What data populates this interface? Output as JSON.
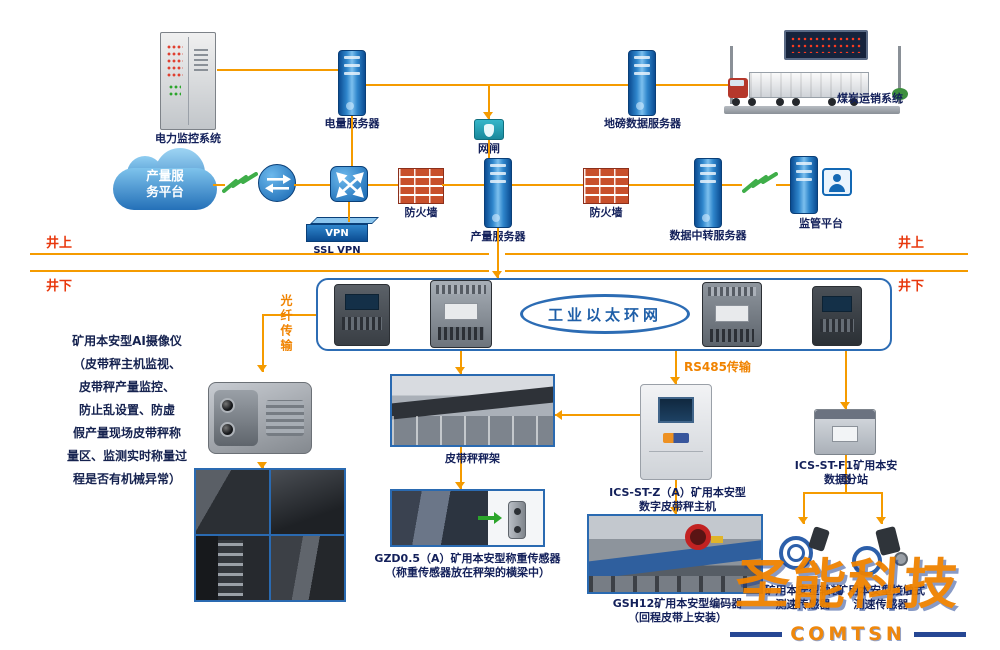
{
  "colors": {
    "connector": "#f59b00",
    "frame_blue": "#2c6cb4",
    "label_navy": "#13205a",
    "boundary_red": "#e8380d",
    "brand_orange": "#ef8200",
    "brand_blue": "#1b3e8f"
  },
  "top_row": {
    "power_monitor": "电力监控系统",
    "power_server": "电量服务器",
    "gateway": "网闸",
    "weighbridge_server": "地磅数据服务器",
    "coal_sales": "煤炭运销系统"
  },
  "platform_row": {
    "cloud": "产量服务平台",
    "firewall_left": "防火墙",
    "production_server": "产量服务器",
    "firewall_right": "防火墙",
    "relay_server": "数据中转服务器",
    "supervision": "监管平台",
    "vpn_box": "VPN",
    "ssl_vpn": "SSL VPN"
  },
  "boundary": {
    "above_left": "井上",
    "above_right": "井上",
    "below_left": "井下",
    "below_right": "井下"
  },
  "ring_label": "工业以太环网",
  "links": {
    "fiber": "光纤传输",
    "rs485": "RS485传输"
  },
  "camera_note": {
    "lines": [
      "矿用本安型AI摄像仪",
      "（皮带秤主机监视、",
      "皮带秤产量监控、",
      "防止乱设置、防虚",
      "假产量现场皮带秤称",
      "量区、监测实时称量过",
      "程是否有机械异常）"
    ]
  },
  "devices": {
    "belt_frame": "皮带秤秤架",
    "host_line1": "ICS-ST-Z（A）矿用本安型",
    "host_line2": "数字皮带秤主机",
    "substation_line1": "ICS-ST-F1矿用本安型",
    "substation_line2": "数据分站",
    "load_cell_line1": "GZD0.5（A）矿用本安型称重传感器",
    "load_cell_line2": "（称重传感器放在秤架的横梁中）",
    "encoder_line1": "GSH12矿用本安型编码器",
    "encoder_line2": "（回程皮带上安装）",
    "axle_sensor_line1": "矿用本安型轴装",
    "axle_sensor_line2": "测速传感器",
    "contact_sensor_line1": "矿用本安型接触式",
    "contact_sensor_line2": "测速传感器"
  },
  "brand": {
    "cn": "圣能科技",
    "en": "COMTSN"
  }
}
